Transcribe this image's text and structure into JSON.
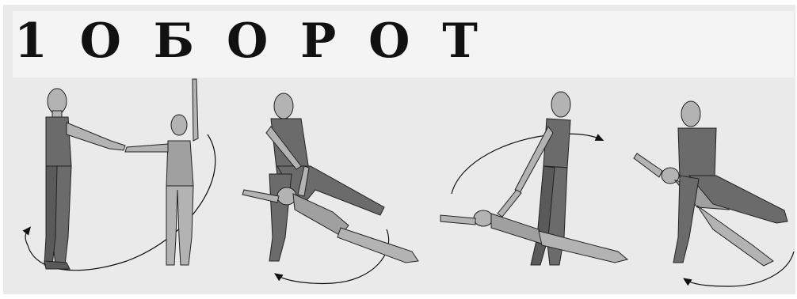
{
  "title": "1 О Б О Р О Т",
  "colors": {
    "partner_dark": "#6b6b6b",
    "partner_light": "#b3b3b3",
    "outline": "#222222",
    "background": "#eaeaea",
    "title_band": "#f4f4f4"
  },
  "figures": [
    {
      "name": "pose-1"
    },
    {
      "name": "pose-2"
    },
    {
      "name": "pose-3"
    },
    {
      "name": "pose-4"
    }
  ]
}
